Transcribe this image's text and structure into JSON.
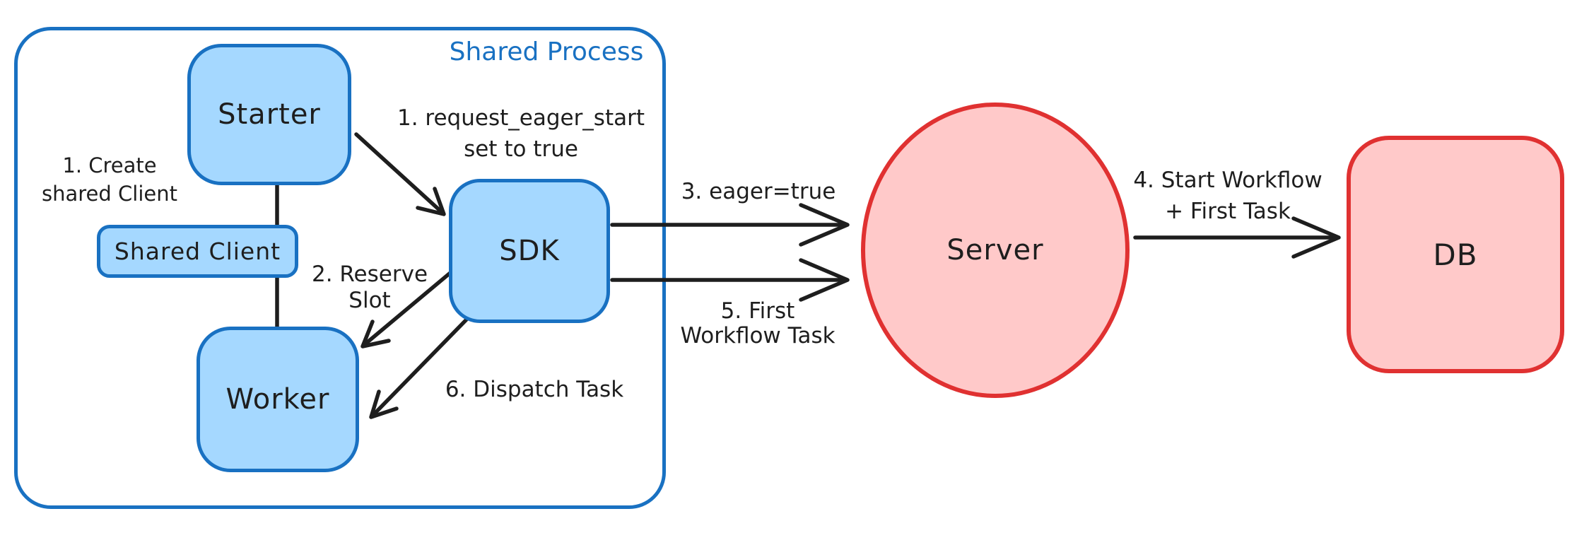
{
  "colors": {
    "blue_stroke": "#1971c2",
    "blue_fill": "#a5d8ff",
    "red_stroke": "#e03131",
    "red_fill": "#ffc9c9",
    "ink": "#1e1e1e"
  },
  "container": {
    "label": "Shared Process"
  },
  "nodes": {
    "starter": "Starter",
    "shared_client": "Shared Client",
    "worker": "Worker",
    "sdk": "SDK",
    "server": "Server",
    "db": "DB"
  },
  "labels": {
    "step1_create": {
      "line1": "1. Create",
      "line2": "shared Client"
    },
    "step1_eager": {
      "line1": "1. request_eager_start",
      "line2": "set to true"
    },
    "step2_reserve": {
      "line1": "2. Reserve",
      "line2": "Slot"
    },
    "step3_eager": {
      "line1": "3. eager=true"
    },
    "step4_start": {
      "line1": "4. Start Workflow",
      "line2": "+ First Task"
    },
    "step5_first": {
      "line1": "5. First",
      "line2": "Workflow Task"
    },
    "step6_dispatch": {
      "line1": "6. Dispatch Task"
    }
  }
}
